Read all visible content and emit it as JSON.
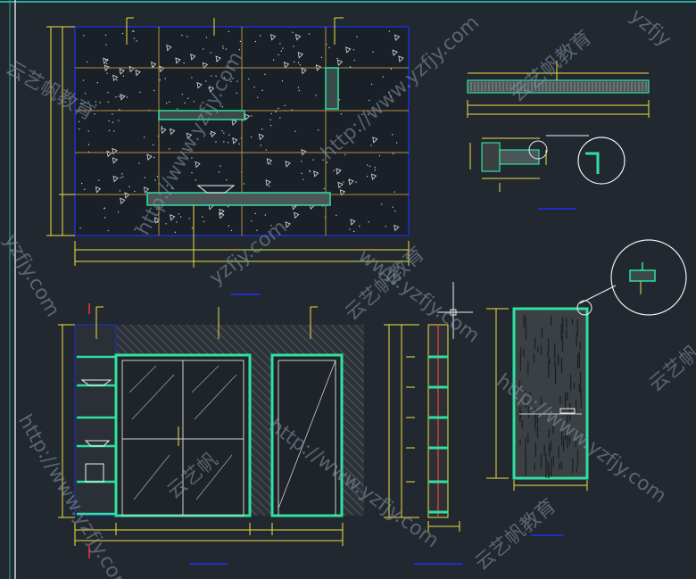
{
  "watermarks": {
    "url": "http://www.yzfjy.com",
    "url_short": "www.yzfjy.com",
    "domain": "yzfjy.com",
    "brand": "云艺帆教育",
    "brand_short": "云艺帆",
    "corner_text": "yzfjy"
  },
  "colors": {
    "background": "#212830",
    "frame": "#2aa8a0",
    "dimension": "#f0e040",
    "outline": "#1e2fc8",
    "grid": "#b09040",
    "green": "#30e0a0",
    "hatch": "#808080",
    "white": "#f0f0f0"
  },
  "icons": [
    "diagram-drawing-frame"
  ]
}
